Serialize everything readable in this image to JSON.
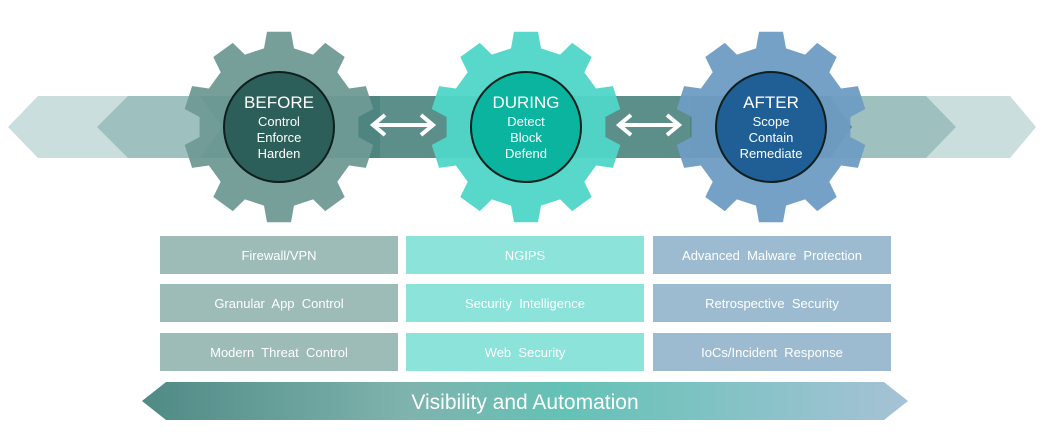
{
  "phases": [
    {
      "id": "before",
      "title": "BEFORE",
      "lines": [
        "Control",
        "Enforce",
        "Harden"
      ],
      "gear_color": "#6f9a95",
      "circle_color": "#2d5f5a",
      "box_color": "#9dbbb7",
      "items": [
        "Firewall/VPN",
        "Granular  App  Control",
        "Modern  Threat  Control"
      ]
    },
    {
      "id": "during",
      "title": "DURING",
      "lines": [
        "Detect",
        "Block",
        "Defend"
      ],
      "gear_color": "#4fd6c8",
      "circle_color": "#0ab49e",
      "box_color": "#8be3d9",
      "items": [
        "NGIPS",
        "Security  Intelligence",
        "Web  Security"
      ]
    },
    {
      "id": "after",
      "title": "AFTER",
      "lines": [
        "Scope",
        "Contain",
        "Remediate"
      ],
      "gear_color": "#6f9cc3",
      "circle_color": "#1f5f95",
      "box_color": "#9dbbd0",
      "items": [
        "Advanced  Malware  Protection",
        "Retrospective  Security",
        "IoCs/Incident  Response"
      ]
    }
  ],
  "connector_icon": "double-arrow-icon",
  "banner": {
    "label": "Visibility and Automation"
  },
  "colors": {
    "band_light": "#c9dedd",
    "band_mid": "#9ec0be",
    "band_dark": "#3f7a75"
  }
}
